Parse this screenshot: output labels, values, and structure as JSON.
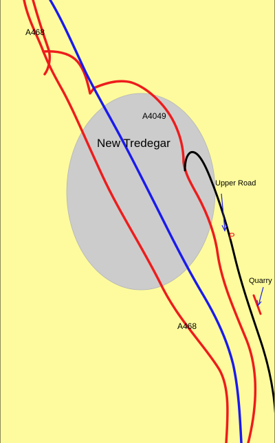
{
  "colors": {
    "background": "#fdfb9d",
    "town_fill": "#cccccc",
    "road": "#ee1c1c",
    "river": "#1a1aee",
    "lane": "#000000",
    "parking": "#ee1c1c",
    "pointer": "#1a1aee"
  },
  "map": {
    "town_label": "New Tredegar",
    "labels": {
      "a468_north": "A468",
      "a4049": "A4049",
      "a468_south": "A468",
      "upper_road": "Upper Road",
      "parking": "P",
      "quarry": "Quarry"
    }
  }
}
